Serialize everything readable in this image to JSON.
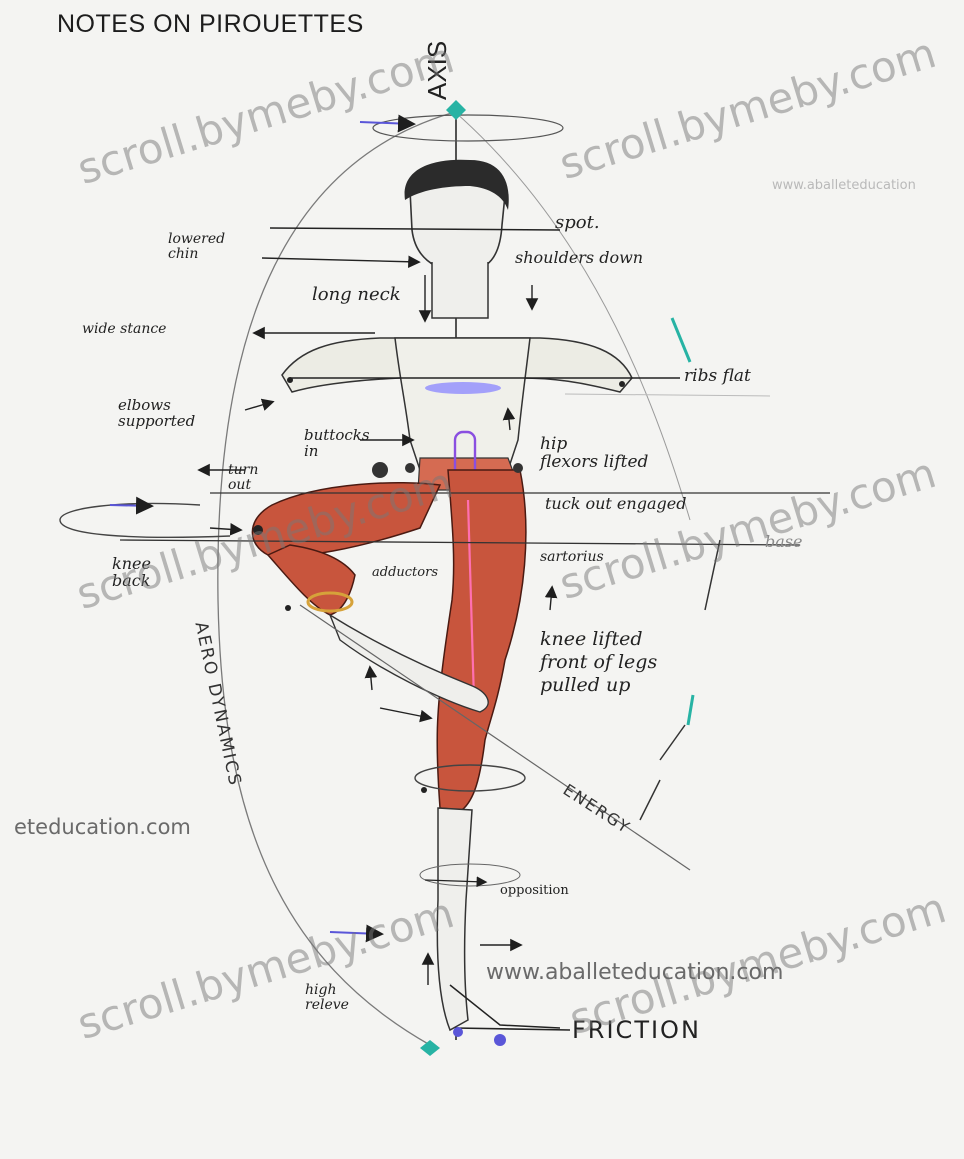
{
  "title": "NOTES ON PIROUETTES",
  "axis_label": "AXIS",
  "labels": {
    "lowered_chin": "lowered\nchin",
    "spot": "spot.",
    "shoulders_down": "shoulders down",
    "long_neck": "long neck",
    "wide_stance": "wide stance",
    "ribs_flat": "ribs flat",
    "elbows_supported": "elbows\nsupported",
    "buttocks_in": "buttocks\nin",
    "hip_flexors_lifted": "hip\nflexors lifted",
    "turn_out": "turn\nout",
    "tuck_out_engaged": "tuck out engaged",
    "knee_back": "knee\nback",
    "base": "base",
    "adductors": "adductors",
    "sartorius": "sartorius",
    "knee_lifted_front_legs_pulled_up": "knee lifted\nfront of legs\npulled up",
    "aero_dynamics": "AERO DYNAMICS",
    "energy": "ENERGY",
    "opposition": "opposition",
    "high_releve": "high\nreleve",
    "friction": "FRICTION"
  },
  "watermarks": {
    "scroll": "scroll.bymeby.com",
    "url_full": "www.aballeteducation.com",
    "url_left": "eteducation.com",
    "url_top_right": "www.aballeteducation"
  },
  "colors": {
    "muscle": "#c8553d",
    "muscle_dark": "#8f2f22",
    "accent_blue": "#5a56d8",
    "accent_teal": "#27b3a4",
    "ink": "#1e1e1e"
  }
}
